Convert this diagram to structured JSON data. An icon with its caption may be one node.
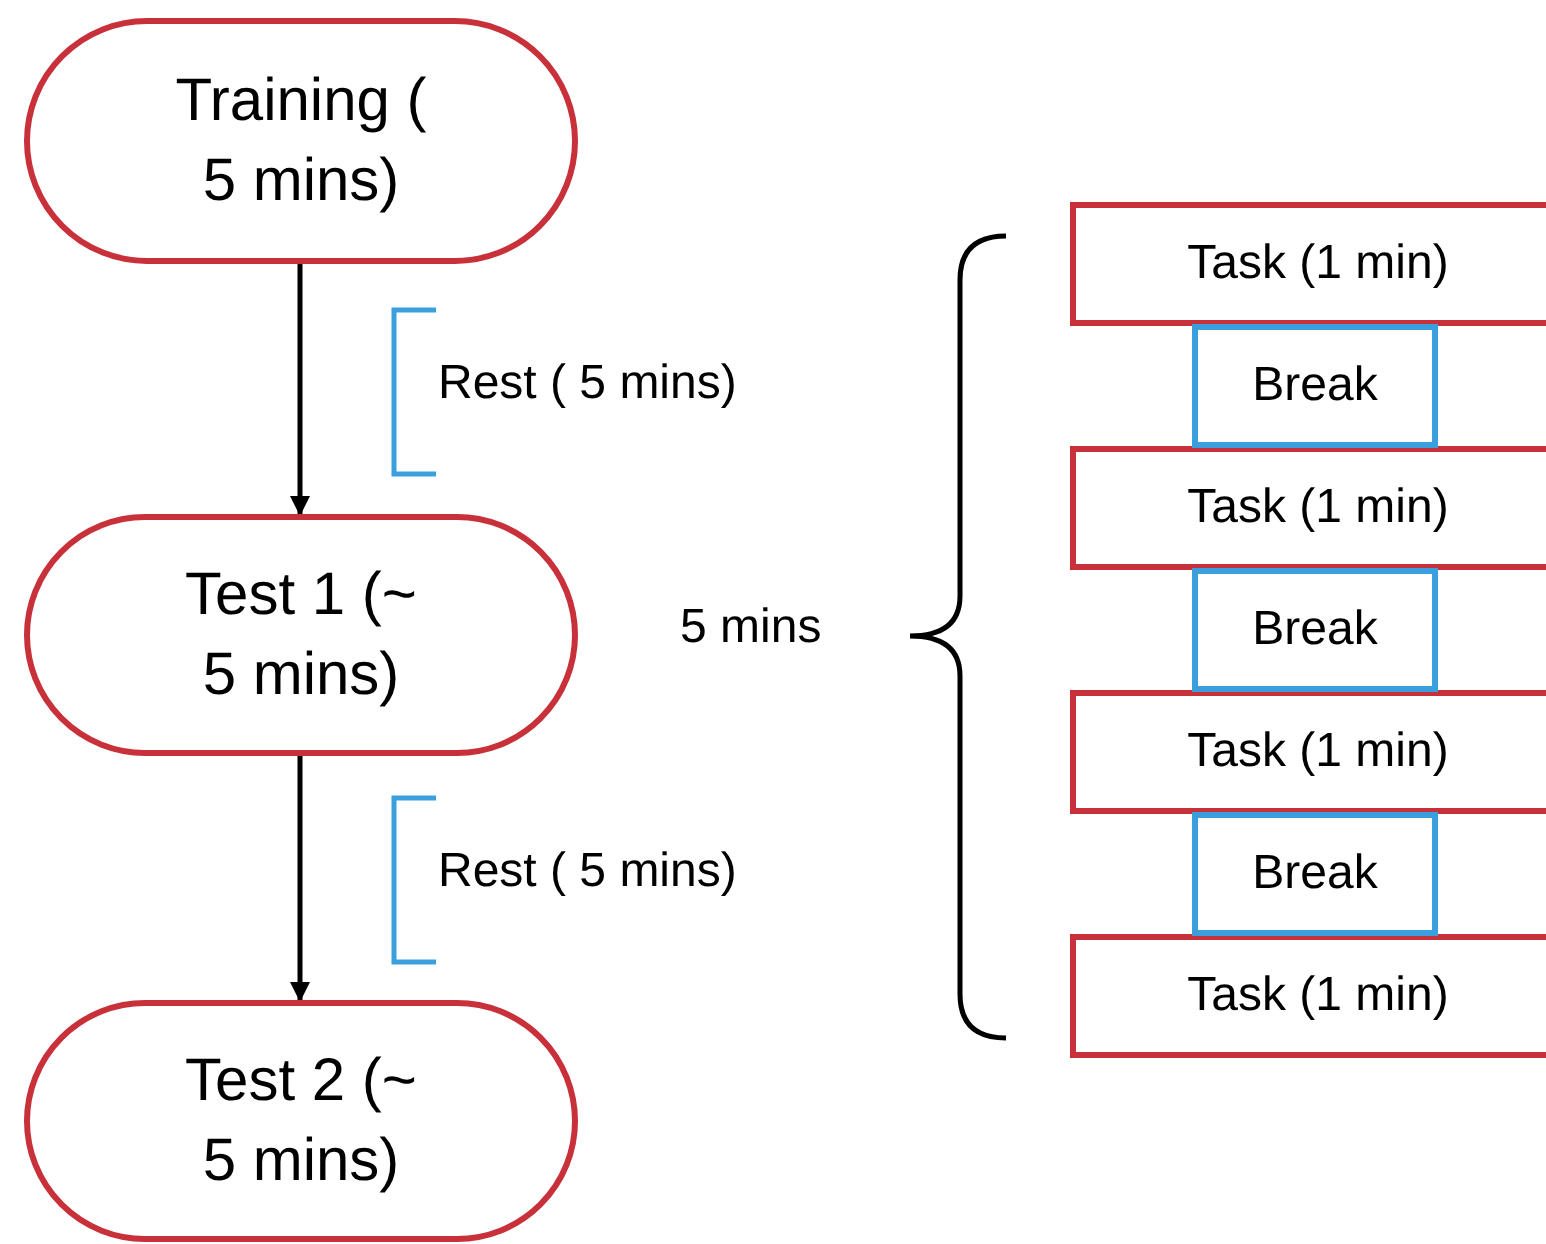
{
  "diagram": {
    "nodes": [
      {
        "text": [
          "Training ( 5 mins)"
        ]
      },
      {
        "text": [
          "Test 1 (~ 5 mins)"
        ]
      },
      {
        "text": [
          "Test 2 (~ 5 mins)"
        ]
      },
      {
        "text": [
          "Task (1 min)"
        ]
      },
      {
        "text": [
          "Break"
        ]
      },
      {
        "text": [
          "Task (1 min)"
        ]
      },
      {
        "text": [
          "Break"
        ]
      },
      {
        "text": [
          "Task (1 min)"
        ]
      },
      {
        "text": [
          "Break"
        ]
      },
      {
        "text": [
          "Task (1 min)"
        ]
      }
    ],
    "edges": [
      {
        "from": 0,
        "to": 1,
        "arrow": "to"
      },
      {
        "from": 1,
        "to": 2,
        "arrow": "to"
      }
    ],
    "labels": [
      "Rest ( 5 mins)",
      "Rest ( 5 mins)",
      "5 mins"
    ]
  }
}
